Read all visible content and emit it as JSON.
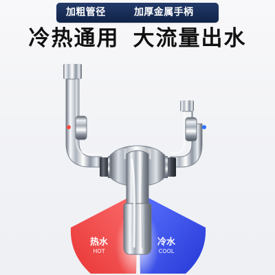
{
  "top_banner": {
    "left_text": "加粗管径",
    "right_text": "加厚金属手柄",
    "color": "#0f2348"
  },
  "headline": {
    "left": "冷热通用",
    "right": "大流量出水"
  },
  "fan": {
    "hot": {
      "title": "热水",
      "subtitle": "HOT",
      "color": "#f04343"
    },
    "cool": {
      "title": "冷水",
      "subtitle": "COOL",
      "color": "#2a47e2"
    }
  },
  "colors": {
    "background": "#f3f4f7",
    "metal": "#c8cdd5",
    "indicator_red": "#ff4a43",
    "indicator_blue": "#2a73ff"
  },
  "icons": [
    "faucet-image",
    "hot-indicator-icon",
    "cold-indicator-icon"
  ]
}
